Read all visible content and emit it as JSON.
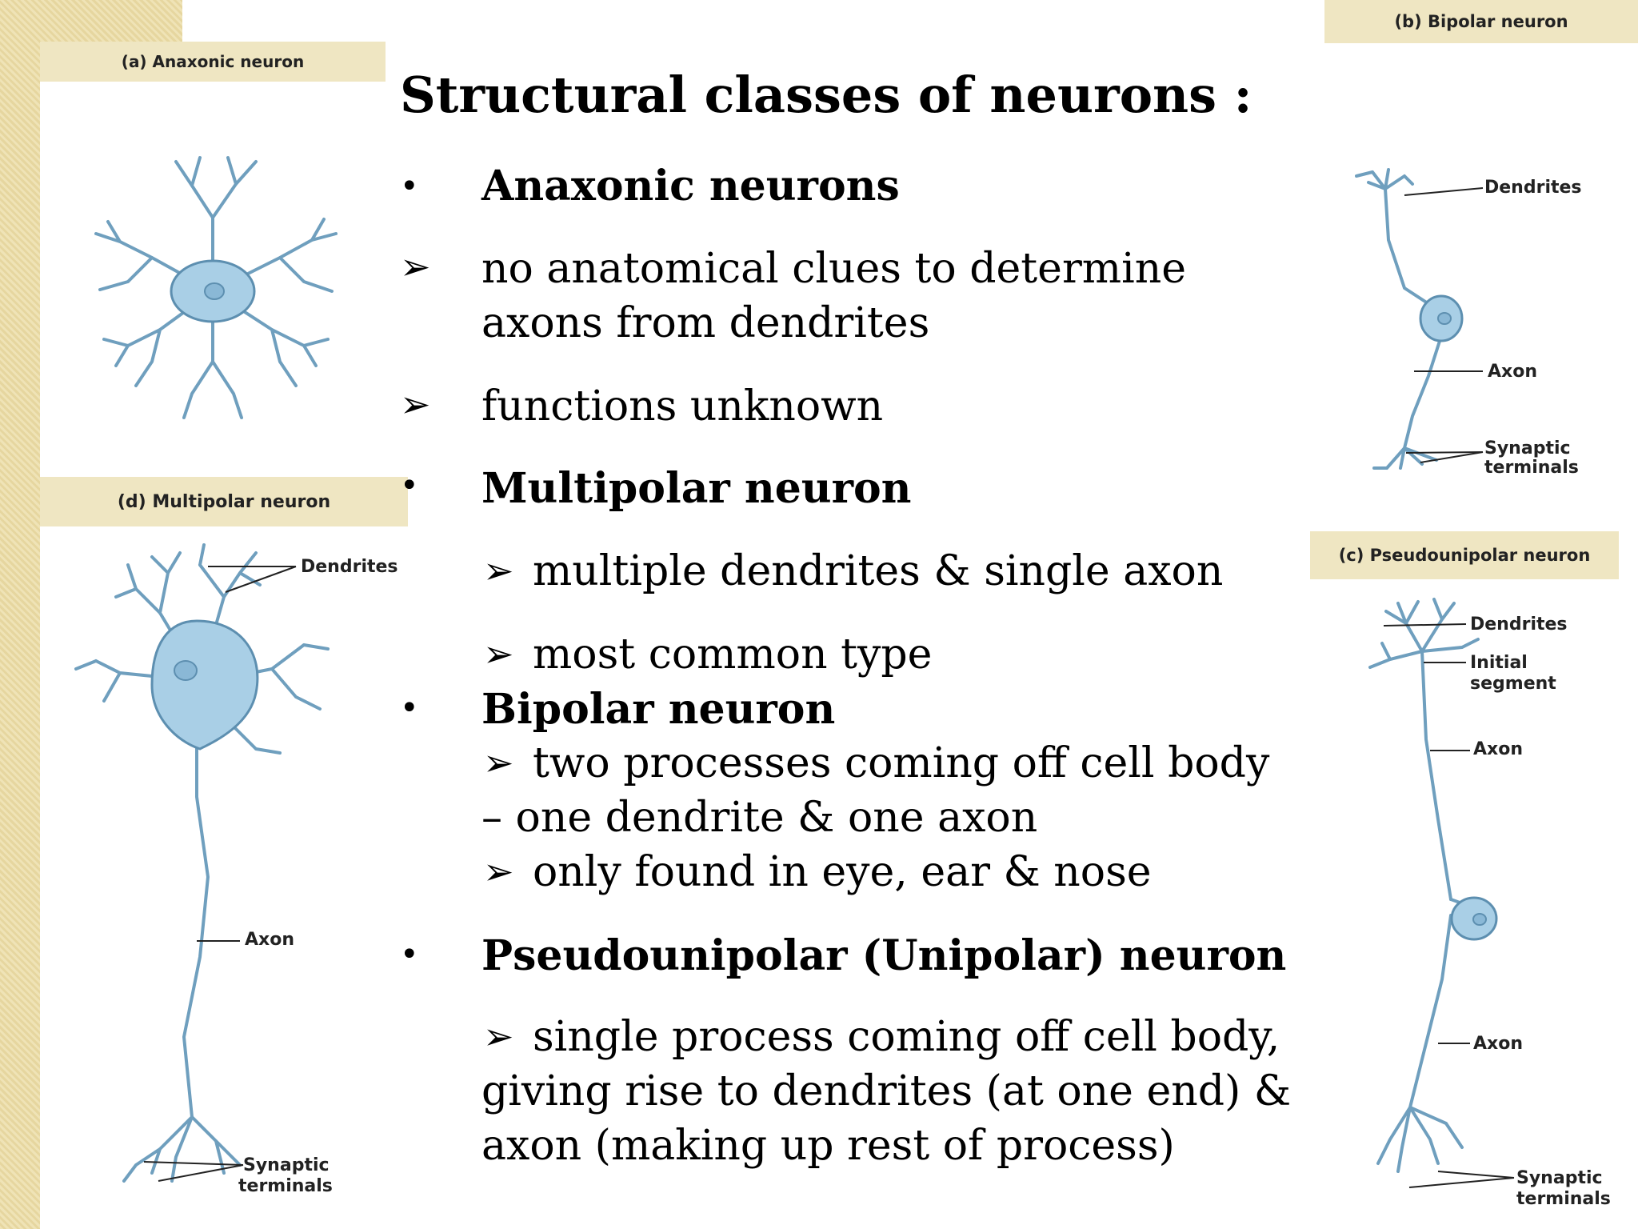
{
  "slide_title": "Structural classes of neurons :",
  "figures": {
    "anaxonic": {
      "caption": "(a) Anaxonic neuron"
    },
    "bipolar": {
      "caption": "(b) Bipolar neuron",
      "dendrites": "Dendrites",
      "axon": "Axon",
      "synaptic_1": "Synaptic",
      "synaptic_2": "terminals"
    },
    "pseudounipolar": {
      "caption": "(c) Pseudounipolar neuron",
      "dendrites": "Dendrites",
      "initial_1": "Initial",
      "initial_2": "segment",
      "axon_top": "Axon",
      "axon_bottom": "Axon",
      "synaptic_1": "Synaptic",
      "synaptic_2": "terminals"
    },
    "multipolar": {
      "caption": "(d) Multipolar neuron",
      "dendrites": "Dendrites",
      "axon": "Axon",
      "synaptic_1": "Synaptic",
      "synaptic_2": "terminals"
    }
  },
  "content": {
    "bullet_glyph": "•",
    "arrow_glyph": "➢",
    "anaxonic_heading": "Anaxonic neurons",
    "anaxonic_p1_l1": " no anatomical clues to determine",
    "anaxonic_p1_l2": "axons from dendrites",
    "anaxonic_p2": " functions unknown",
    "multipolar_heading": "Multipolar neuron",
    "multipolar_p1": "multiple dendrites & single axon",
    "multipolar_p2": "most common type",
    "bipolar_heading": "Bipolar neuron",
    "bipolar_p1_l1": "two processes coming off cell body",
    "bipolar_p1_l2": "– one dendrite & one axon",
    "bipolar_p2": "only found in eye, ear & nose",
    "pseudo_heading": "Pseudounipolar (Unipolar) neuron",
    "pseudo_p1_l1": "single process coming off cell body,",
    "pseudo_p1_l2": "giving rise to dendrites (at one end) &",
    "pseudo_p1_l3": "axon (making up rest of process)"
  },
  "colors": {
    "stripe": "#e9dbaa",
    "caption_bg": "#efe6c2",
    "neuron_fill": "#a9cfe6",
    "neuron_stroke": "#5d8fb0"
  }
}
